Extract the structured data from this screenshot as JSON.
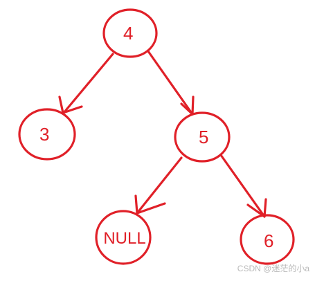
{
  "diagram": {
    "stroke_color": "#e02028",
    "nodes": [
      {
        "id": "n4",
        "label": "4"
      },
      {
        "id": "n3",
        "label": "3"
      },
      {
        "id": "n5",
        "label": "5"
      },
      {
        "id": "nnull",
        "label": "NULL"
      },
      {
        "id": "n6",
        "label": "6"
      }
    ],
    "edges": [
      {
        "from": "n4",
        "to": "n3"
      },
      {
        "from": "n4",
        "to": "n5"
      },
      {
        "from": "n5",
        "to": "nnull"
      },
      {
        "from": "n5",
        "to": "n6"
      }
    ]
  },
  "watermark": "CSDN @迷茫的小a"
}
